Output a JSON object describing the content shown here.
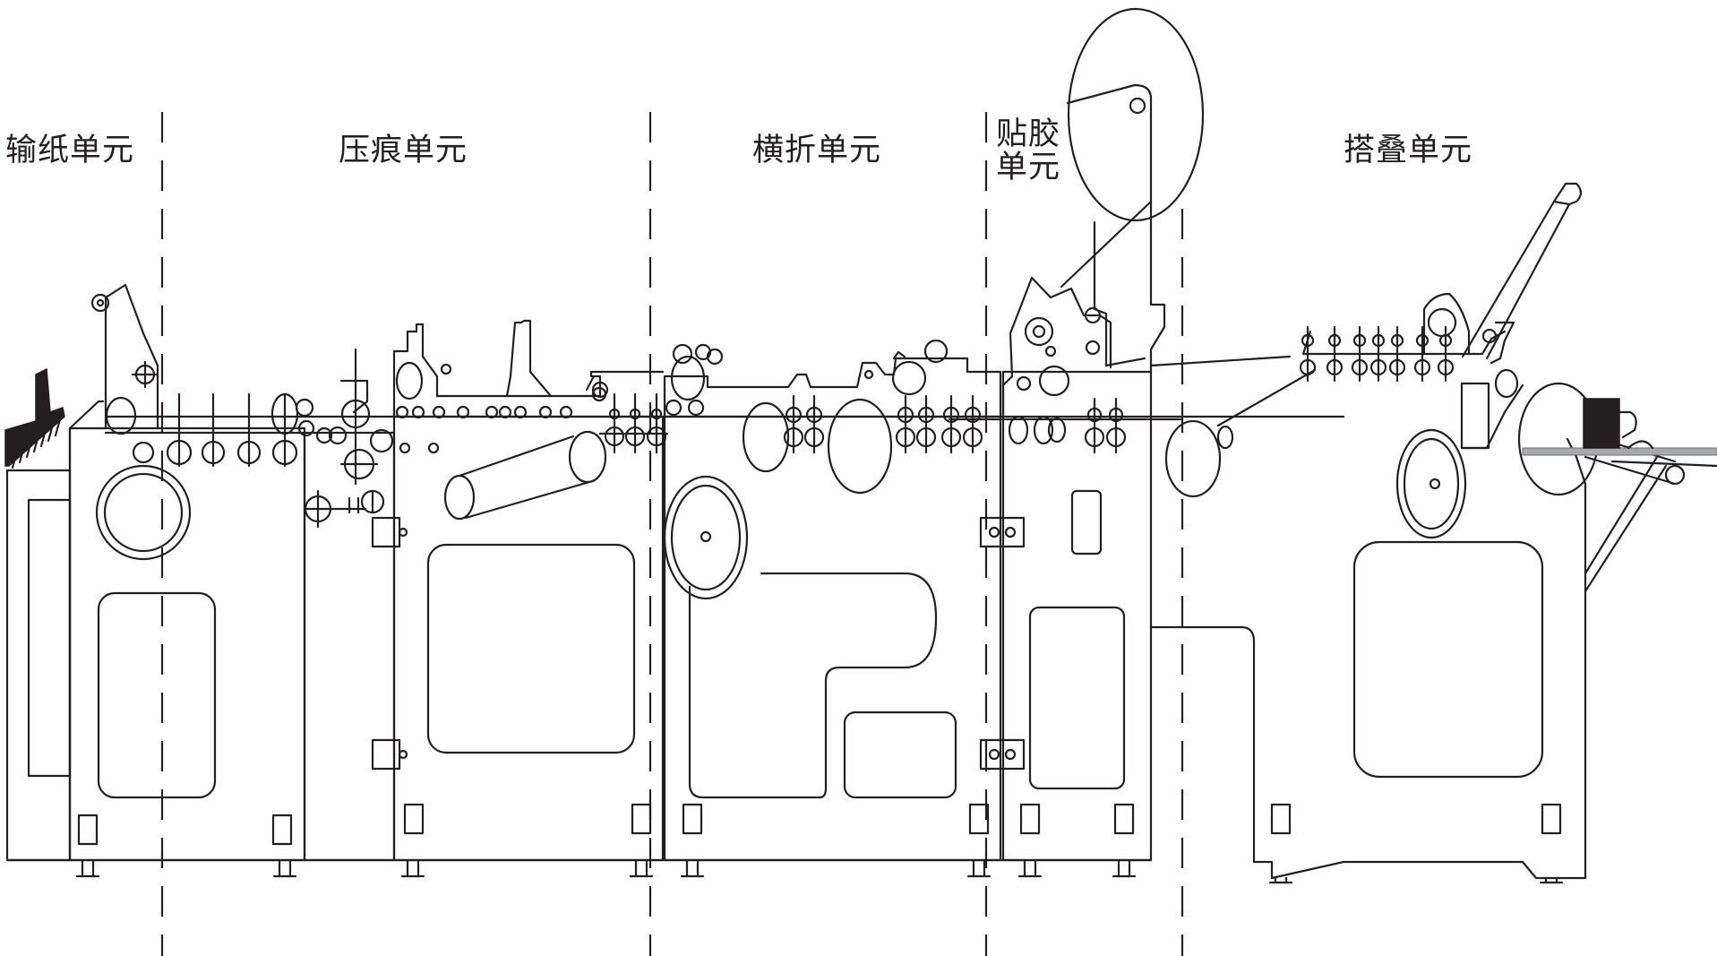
{
  "units": [
    {
      "id": "feeding",
      "label": "输纸单元"
    },
    {
      "id": "creasing",
      "label": "压痕单元"
    },
    {
      "id": "folding",
      "label": "横折单元"
    },
    {
      "id": "gluing",
      "label": "贴胶\n单元"
    },
    {
      "id": "stacking",
      "label": "搭叠单元"
    }
  ],
  "colors": {
    "line": "#231f20",
    "belt": "#a7a9ac",
    "background": "#ffffff"
  }
}
